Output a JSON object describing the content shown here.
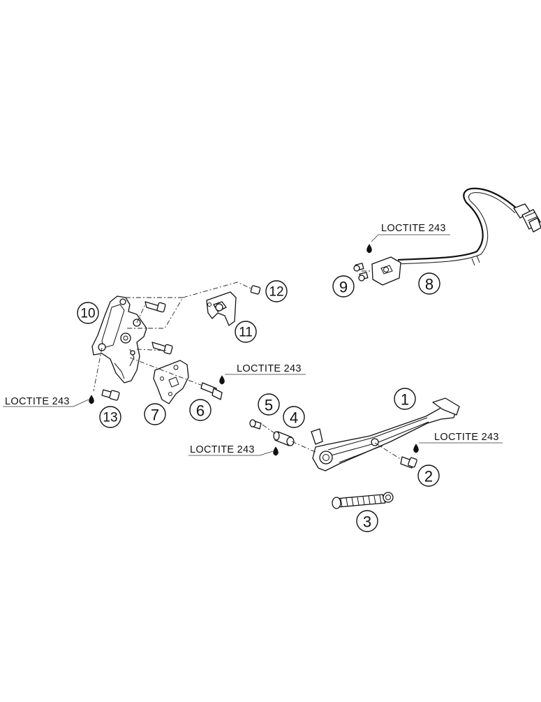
{
  "diagram": {
    "callouts": {
      "c1": "1",
      "c2": "2",
      "c3": "3",
      "c4": "4",
      "c5": "5",
      "c6": "6",
      "c7": "7",
      "c8": "8",
      "c9": "9",
      "c10": "10",
      "c11": "11",
      "c12": "12",
      "c13": "13"
    },
    "loctite_labels": {
      "near_9": "LOCTITE 243",
      "near_6": "LOCTITE 243",
      "near_13": "LOCTITE 243",
      "near_4": "LOCTITE 243",
      "near_2": "LOCTITE 243"
    }
  }
}
